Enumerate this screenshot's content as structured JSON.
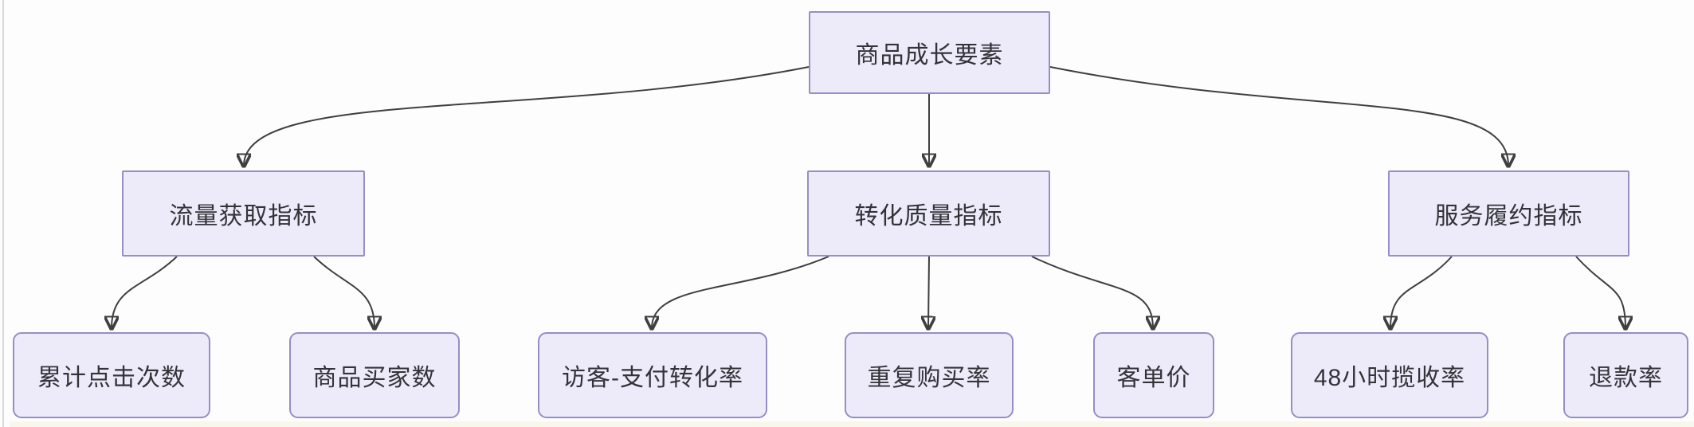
{
  "diagram": {
    "type": "flowchart-top-down",
    "root": {
      "id": "growth",
      "label": "商品成长要素"
    },
    "level2": [
      {
        "id": "traffic",
        "label": "流量获取指标",
        "parent": "growth"
      },
      {
        "id": "conversion",
        "label": "转化质量指标",
        "parent": "growth"
      },
      {
        "id": "service",
        "label": "服务履约指标",
        "parent": "growth"
      }
    ],
    "leaves": [
      {
        "id": "clicks",
        "label": "累计点击次数",
        "parent": "traffic"
      },
      {
        "id": "buyers",
        "label": "商品买家数",
        "parent": "traffic"
      },
      {
        "id": "pay-rate",
        "label": "访客-支付转化率",
        "parent": "conversion"
      },
      {
        "id": "repeat-rate",
        "label": "重复购买率",
        "parent": "conversion"
      },
      {
        "id": "aov",
        "label": "客单价",
        "parent": "conversion"
      },
      {
        "id": "pickup-48h",
        "label": "48小时揽收率",
        "parent": "service"
      },
      {
        "id": "refund-rate",
        "label": "退款率",
        "parent": "service"
      }
    ],
    "colors": {
      "node_fill": "#edebfa",
      "node_border": "#948fc5",
      "edge": "#3f3f3f",
      "text": "#333338",
      "background": "#fdfdfd"
    }
  }
}
